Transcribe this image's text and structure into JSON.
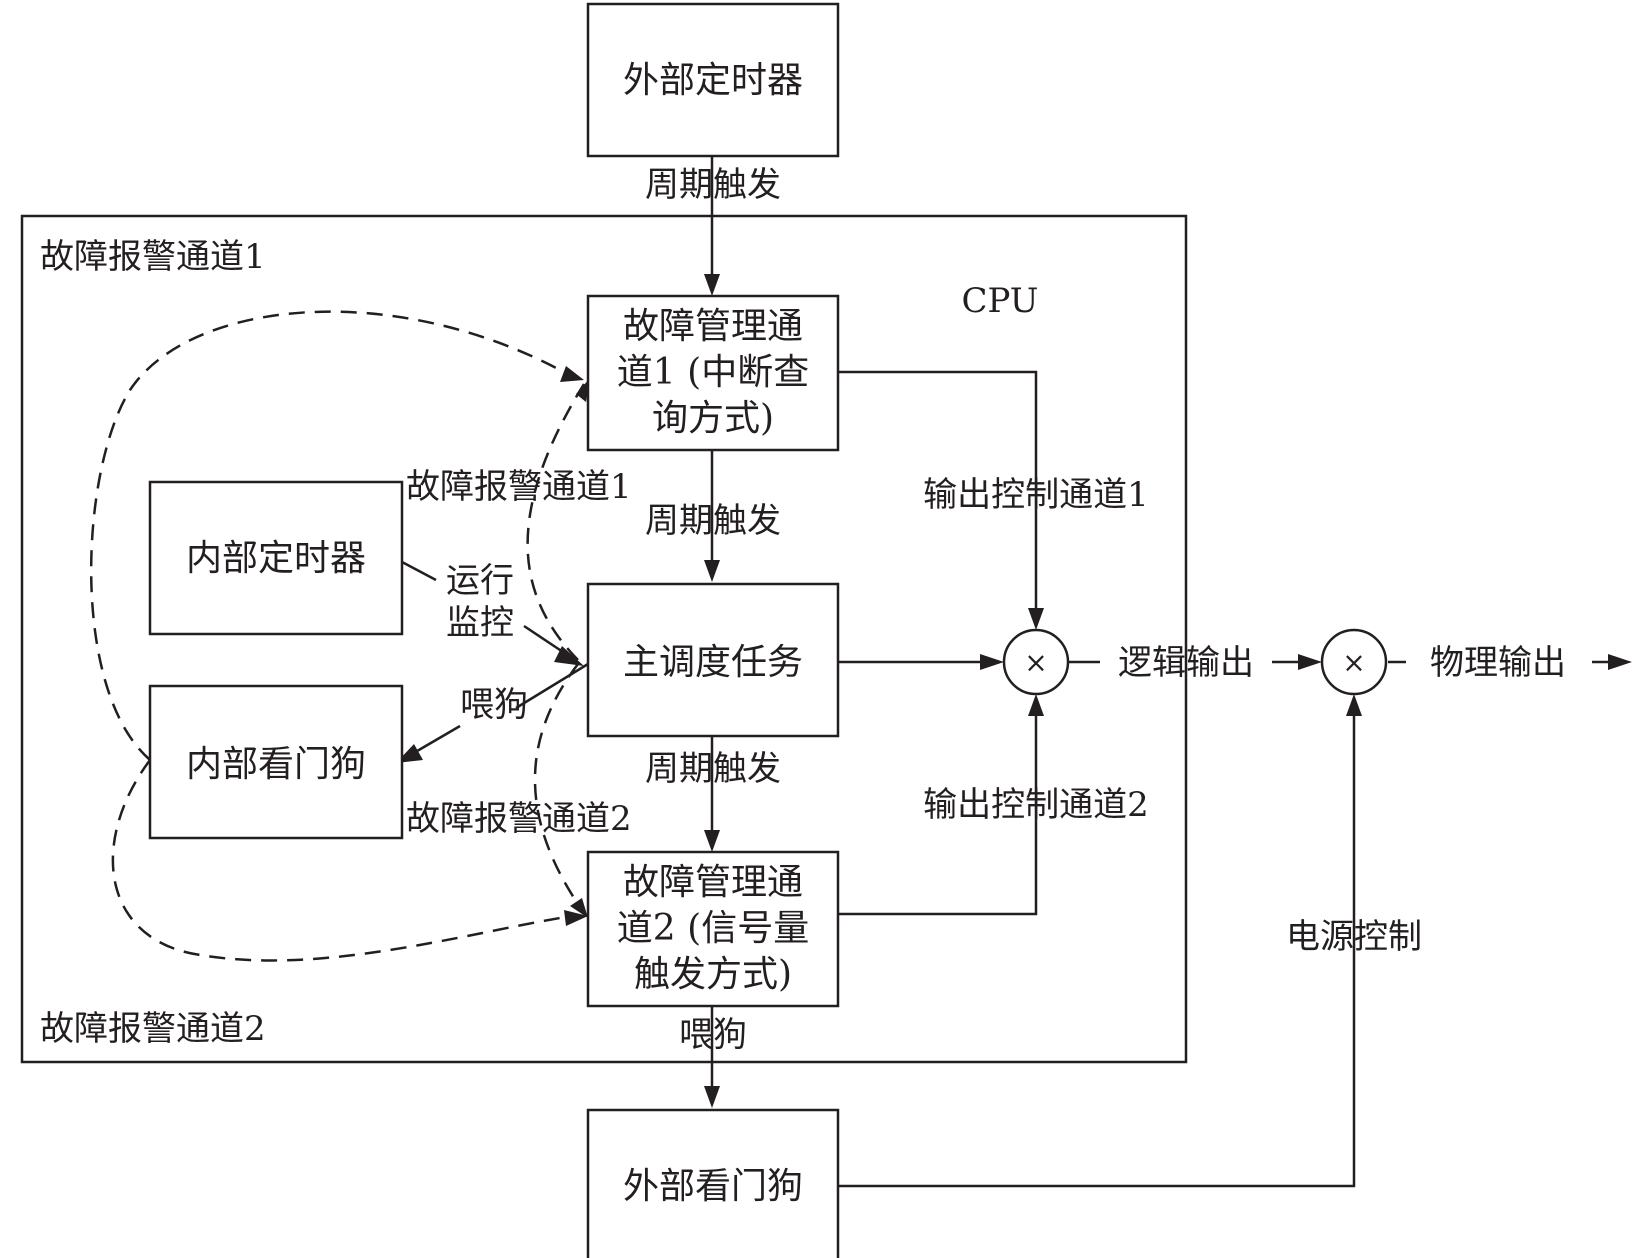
{
  "blocks": {
    "external_timer": "外部定时器",
    "fault_ch1": [
      "故障管理通",
      "道1 (中断查",
      "询方式)"
    ],
    "internal_timer": "内部定时器",
    "main_task": "主调度任务",
    "internal_watchdog": "内部看门狗",
    "fault_ch2": [
      "故障管理通",
      "道2 (信号量",
      "触发方式)"
    ],
    "external_watchdog": "外部看门狗"
  },
  "labels": {
    "cpu": "CPU",
    "alarm_ch1_corner": "故障报警通道1",
    "alarm_ch2_corner": "故障报警通道2",
    "periodic_trigger_top": "周期触发",
    "periodic_trigger_mid": "周期触发",
    "periodic_trigger_low": "周期触发",
    "alarm_ch1_mid": "故障报警通道1",
    "alarm_ch2_mid": "故障报警通道2",
    "run_monitor": [
      "运行",
      "监控"
    ],
    "feed_dog_inner": "喂狗",
    "feed_dog_outer": "喂狗",
    "output_ctrl_ch1": "输出控制通道1",
    "output_ctrl_ch2": "输出控制通道2",
    "logic_output": "逻辑输出",
    "physical_output": "物理输出",
    "power_control": "电源控制"
  },
  "symbols": {
    "and_gate_1": "×",
    "and_gate_2": "×"
  }
}
